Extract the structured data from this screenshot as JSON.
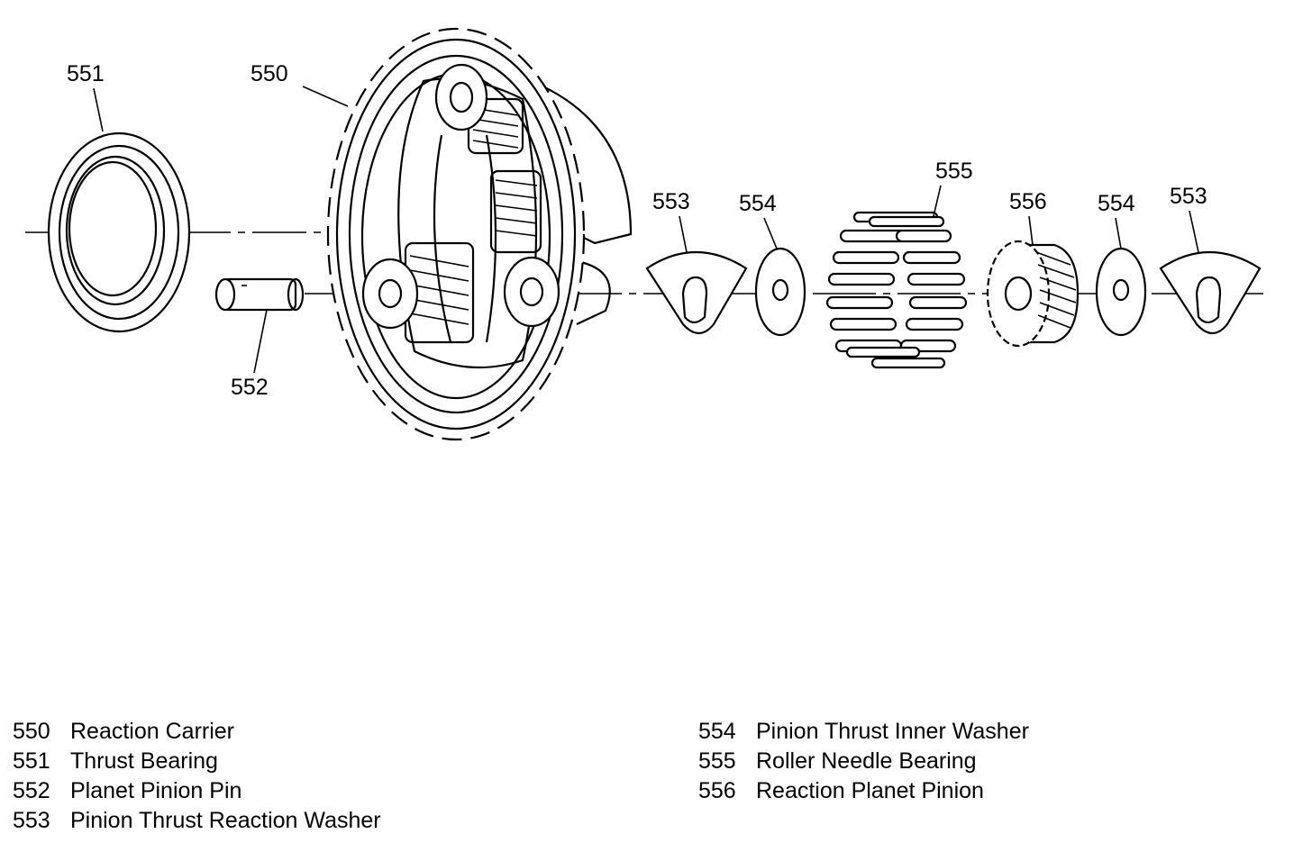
{
  "callouts": {
    "c551": "551",
    "c550": "550",
    "c552": "552",
    "c553a": "553",
    "c554a": "554",
    "c555": "555",
    "c556": "556",
    "c554b": "554",
    "c553b": "553"
  },
  "legend": {
    "left": [
      {
        "num": "550",
        "name": "Reaction Carrier"
      },
      {
        "num": "551",
        "name": "Thrust Bearing"
      },
      {
        "num": "552",
        "name": "Planet Pinion Pin"
      },
      {
        "num": "553",
        "name": "Pinion Thrust Reaction Washer"
      }
    ],
    "right": [
      {
        "num": "554",
        "name": "Pinion Thrust Inner Washer"
      },
      {
        "num": "555",
        "name": "Roller Needle Bearing"
      },
      {
        "num": "556",
        "name": "Reaction Planet Pinion"
      }
    ]
  }
}
